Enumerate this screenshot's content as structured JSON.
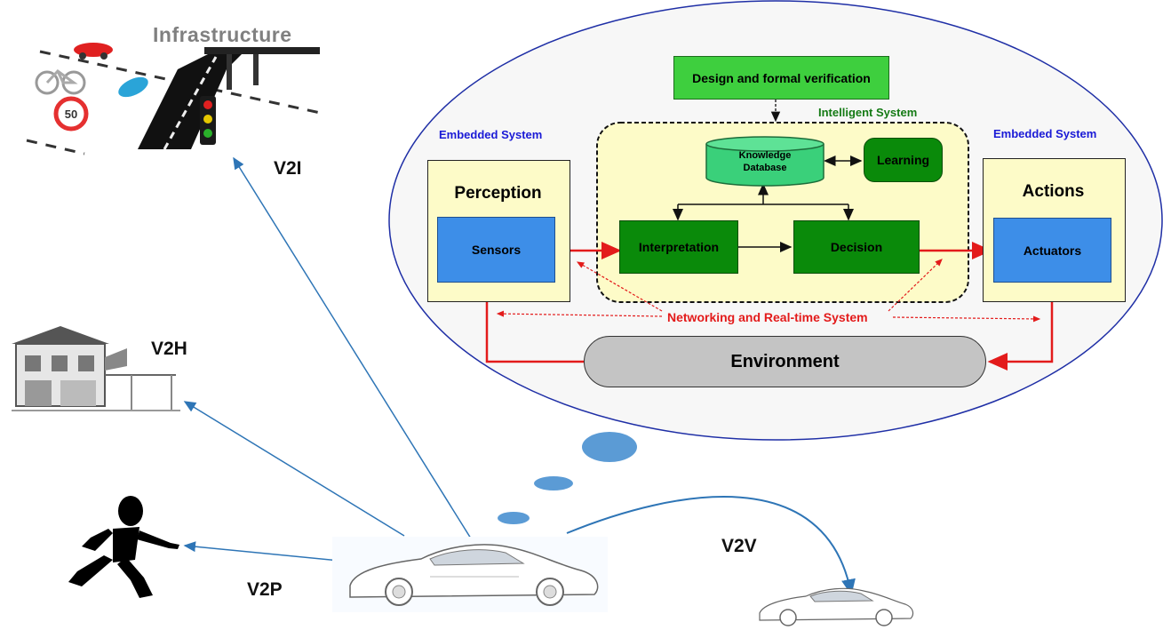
{
  "labels": {
    "infrastructure": "Infrastructure",
    "speed_sign": "50",
    "v2i": "V2I",
    "v2h": "V2H",
    "v2p": "V2P",
    "v2v": "V2V"
  },
  "diagram": {
    "embedded_left": "Embedded System",
    "embedded_right": "Embedded System",
    "intelligent_system": "Intelligent System",
    "design_verification": "Design and formal verification",
    "knowledge_db": "Knowledge Database",
    "learning": "Learning",
    "perception": "Perception",
    "sensors": "Sensors",
    "interpretation": "Interpretation",
    "decision": "Decision",
    "actions": "Actions",
    "actuators": "Actuators",
    "networking": "Networking and Real-time System",
    "environment": "Environment"
  },
  "colors": {
    "embedded_label": "#1a1ad6",
    "intelligent_label": "#147a14",
    "red_flow": "#e31b1b",
    "green_box": "#0a8a0a",
    "light_green": "#3ecf3e",
    "blue_box": "#3d8ee8",
    "panel_fill": "#fdfbc8",
    "cloud_fill": "#f7f7f7",
    "bubble": "#5b9bd5",
    "comm_arrow": "#2e75b6"
  }
}
